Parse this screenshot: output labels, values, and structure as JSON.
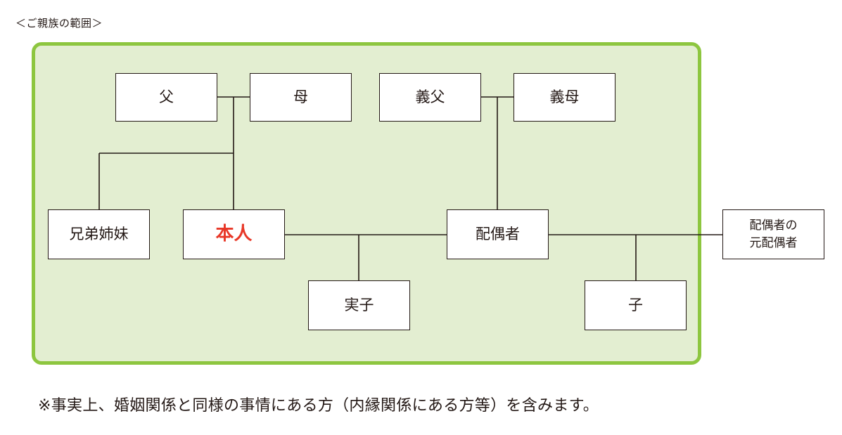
{
  "heading": "＜ご親族の範囲＞",
  "range": {
    "border_color": "#8dc63f",
    "fill_color": "#e3eed1"
  },
  "boxes": {
    "father": "父",
    "mother": "母",
    "father_in_law": "義父",
    "mother_in_law": "義母",
    "siblings": "兄弟姉妹",
    "self": "本人",
    "spouse": "配偶者",
    "biological_child": "実子",
    "child": "子",
    "former_spouse_line1": "配偶者の",
    "former_spouse_line2": "元配偶者"
  },
  "self_color": "#e83828",
  "note": "※事実上、婚姻関係と同様の事情にある方（内縁関係にある方等）を含みます。"
}
